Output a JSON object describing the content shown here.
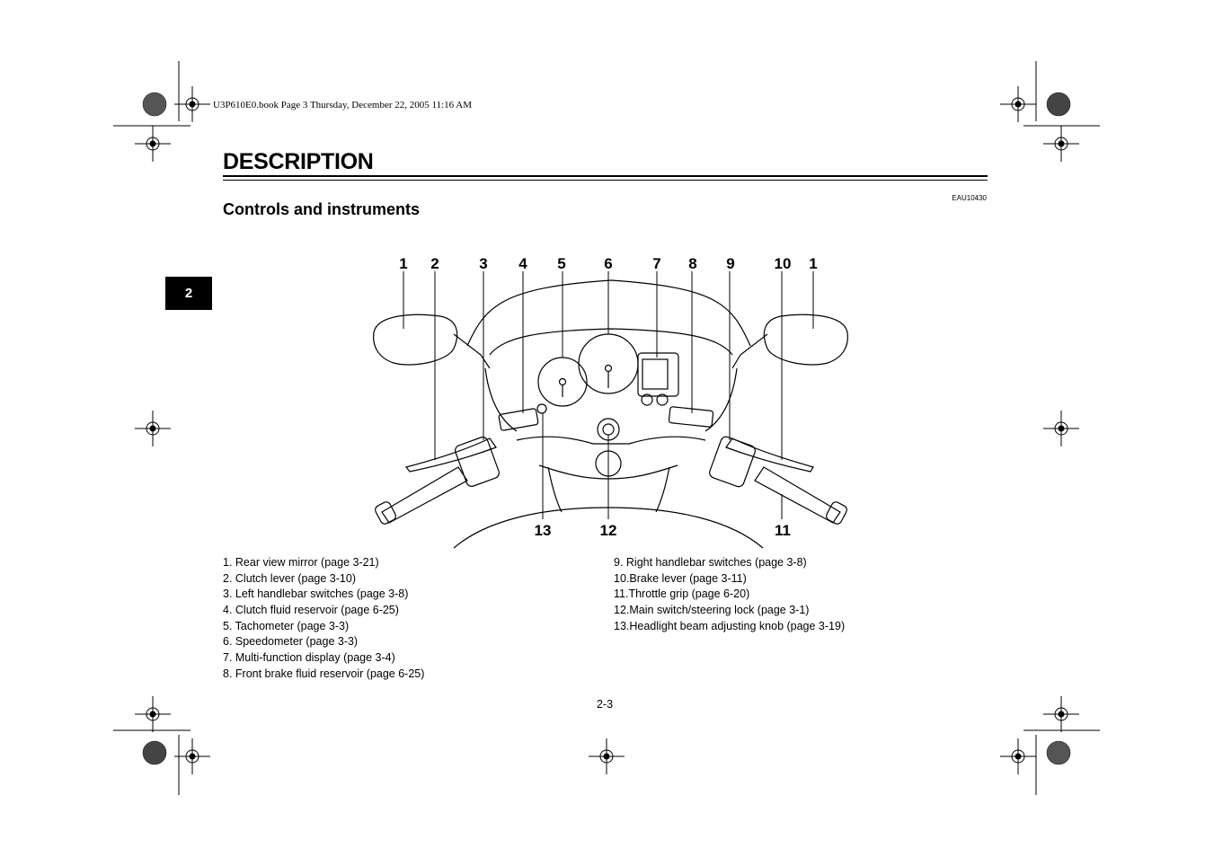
{
  "header_line": "U3P610E0.book  Page 3  Thursday, December 22, 2005  11:16 AM",
  "section_title": "DESCRIPTION",
  "ref_code": "EAU10430",
  "subsection_title": "Controls and instruments",
  "chapter_tab": "2",
  "callouts": {
    "c1a": "1",
    "c2": "2",
    "c3": "3",
    "c4": "4",
    "c5": "5",
    "c6": "6",
    "c7": "7",
    "c8": "8",
    "c9": "9",
    "c10": "10",
    "c1b": "1",
    "c13": "13",
    "c12": "12",
    "c11": "11"
  },
  "legend_left": [
    "1.  Rear view mirror (page 3-21)",
    "2.  Clutch lever (page 3-10)",
    "3.  Left handlebar switches (page 3-8)",
    "4.  Clutch fluid reservoir (page 6-25)",
    "5.  Tachometer (page 3-3)",
    "6.  Speedometer (page 3-3)",
    "7.  Multi-function display (page 3-4)",
    "8.  Front brake fluid reservoir (page 6-25)"
  ],
  "legend_right": [
    "9.  Right handlebar switches (page 3-8)",
    "10.Brake lever (page 3-11)",
    "11.Throttle grip (page 6-20)",
    "12.Main switch/steering lock (page 3-1)",
    "13.Headlight beam adjusting knob (page 3-19)"
  ],
  "page_number": "2-3"
}
